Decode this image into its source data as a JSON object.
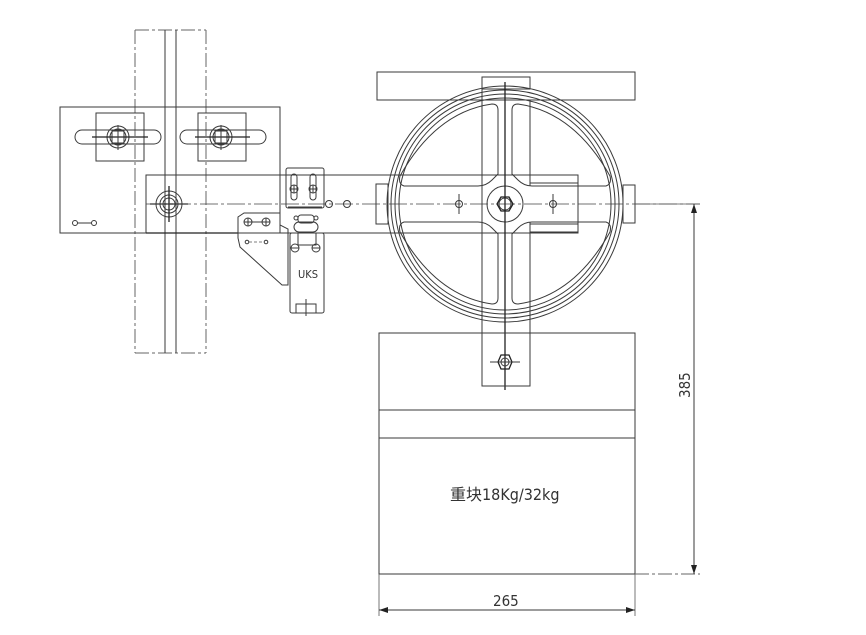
{
  "drawing": {
    "type": "technical-drawing",
    "subject": "elevator overspeed governor tension pulley with counterweight",
    "colors": {
      "background": "#ffffff",
      "line": "#3a3a3a"
    }
  },
  "labels": {
    "switch": "UKS",
    "weight": "重块18Kg/32kg"
  },
  "dimensions": {
    "height": "385",
    "width": "265"
  }
}
